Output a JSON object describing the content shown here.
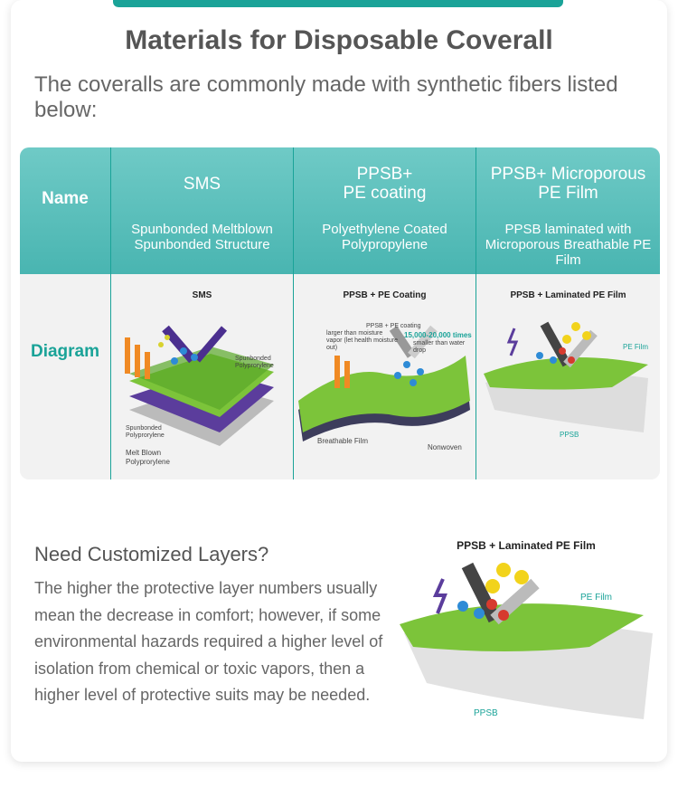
{
  "header": {
    "title": "Materials for Disposable Coverall",
    "intro": "The coveralls are commonly made with synthetic fibers listed below:"
  },
  "table": {
    "row_name": "Name",
    "row_diagram": "Diagram",
    "columns": [
      {
        "title_line1": "SMS",
        "title_line2": "",
        "sub_line1": "Spunbonded Meltblown",
        "sub_line2": "Spunbonded Structure",
        "sub_line3": "",
        "diagram_caption": "SMS"
      },
      {
        "title_line1": "PPSB+",
        "title_line2": "PE coating",
        "sub_line1": "Polyethylene Coated",
        "sub_line2": "Polypropylene",
        "sub_line3": "",
        "diagram_caption": "PPSB + PE Coating"
      },
      {
        "title_line1": "PPSB+ Microporous",
        "title_line2": "PE Film",
        "sub_line1": "PPSB laminated with",
        "sub_line2": "Microporous Breathable PE",
        "sub_line3": "Film",
        "diagram_caption": "PPSB + Laminated PE Film"
      }
    ],
    "diagram_notes": {
      "sms_top": "Spunbonded Polyprorylene",
      "sms_mid": "Spunbonded Polyprorylene",
      "sms_bottom": "Melt Blown Polyprorylene",
      "pe_note": "PPSB + PE coating",
      "pe_note2": "larger than moisture vapor (let health moisture out)",
      "pe_times": "15,000-20,000 times",
      "pe_times_sub": "smaller than water drop",
      "pe_film": "Breathable Film",
      "pe_nonwoven": "Nonwoven",
      "lam_film": "PE Film",
      "lam_ppsb": "PPSB"
    }
  },
  "custom": {
    "heading": "Need Customized Layers?",
    "body": "The higher the protective layer numbers usually mean the decrease in comfort; however, if some environmental hazards required a higher level of isolation from chemical or toxic vapors, then a higher level of protective suits may be needed.",
    "diagram_caption": "PPSB + Laminated PE Film",
    "label_film": "PE Film",
    "label_ppsb": "PPSB"
  }
}
